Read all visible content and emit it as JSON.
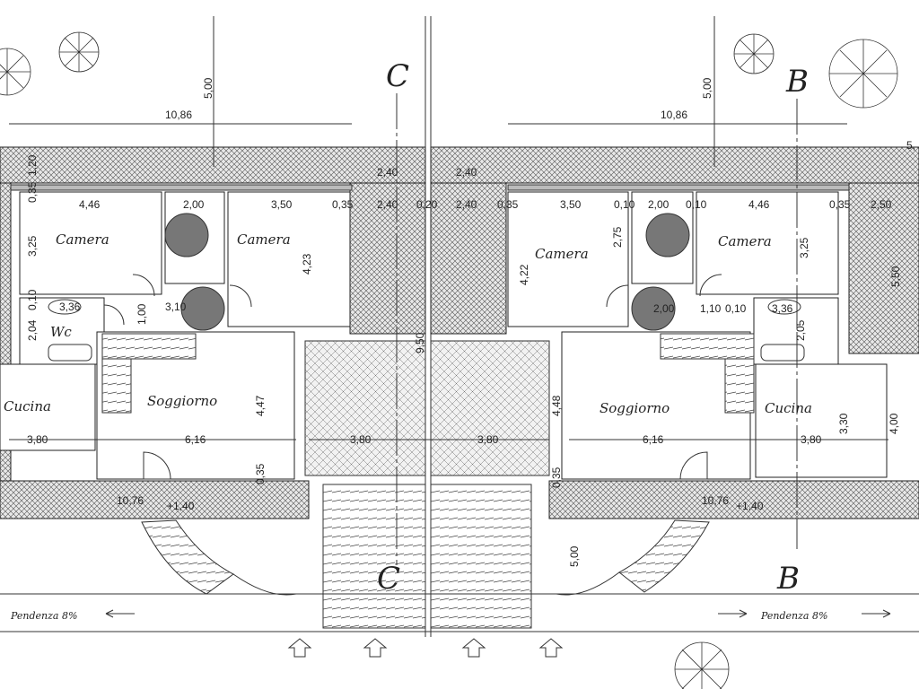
{
  "sections": {
    "c": "C",
    "b": "B"
  },
  "rooms": {
    "camera": "Camera",
    "cucina": "Cucina",
    "soggiorno": "Soggiorno",
    "wc": "Wc"
  },
  "dims": {
    "top_left_500": "5,00",
    "top_left_1086": "10,86",
    "top_right_500": "5,00",
    "top_right_1086": "10,86",
    "l_120": "1,20",
    "l_035": "0,35",
    "l_446": "4,46",
    "l_200": "2,00",
    "l_350": "3,50",
    "l_035b": "0,35",
    "l_240a": "2,40",
    "l_240b": "2,40",
    "l_020": "0,20",
    "r_240a": "2,40",
    "r_240b": "2,40",
    "r_035": "0,35",
    "r_350": "3,50",
    "r_010a": "0,10",
    "r_200": "2,00",
    "r_010b": "0,10",
    "r_446": "4,46",
    "r_035b": "0,35",
    "r_250": "2,50",
    "l_325": "3,25",
    "l_423": "4,23",
    "l_336": "3,36",
    "l_010": "0,10",
    "l_100": "1,00",
    "l_310": "3,10",
    "l_204": "2,04",
    "l_950": "9,50",
    "l_447": "4,47",
    "l_380a": "3,80",
    "l_616": "6,16",
    "l_380b": "3,80",
    "l_035c": "0,35",
    "l_1076": "10,76",
    "l_140": "+1,40",
    "r_422": "4,22",
    "r_275": "2,75",
    "r_325": "3,25",
    "r_550": "5,50",
    "r_200b": "2,00",
    "r_110": "1,10",
    "r_010c": "0,10",
    "r_336": "3,36",
    "r_205": "2,05",
    "r_448": "4,48",
    "r_380a": "3,80",
    "r_616": "6,16",
    "r_380b": "3,80",
    "r_330": "3,30",
    "r_400": "4,00",
    "r_035c": "0,35",
    "r_1076": "10,76",
    "r_140": "+1,40",
    "bot_500": "5,00",
    "top_5": "5,"
  },
  "notes": {
    "pendenza_left": "Pendenza 8%",
    "pendenza_right": "Pendenza 8%"
  }
}
